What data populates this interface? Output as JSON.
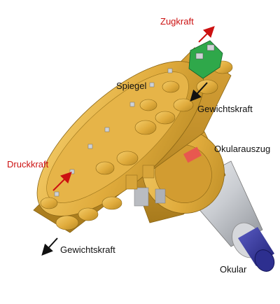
{
  "labels": {
    "zugkraft": "Zugkraft",
    "spiegel": "Spiegel",
    "gewichtskraft_top": "Gewichtskraft",
    "okularauszug": "Okularauszug",
    "druckkraft": "Druckkraft",
    "gewichtskraft_bottom": "Gewichtskraft",
    "okular": "Okular"
  },
  "colors": {
    "force_label": "#cc1111",
    "part_label": "#111111",
    "gold": "#e0ab3c",
    "gold_dark": "#b98a24",
    "green_clamp": "#2fa84a",
    "red_pad": "#e8584f",
    "steel": "#c9ccd1",
    "eyepiece": "#2d2f8f"
  }
}
